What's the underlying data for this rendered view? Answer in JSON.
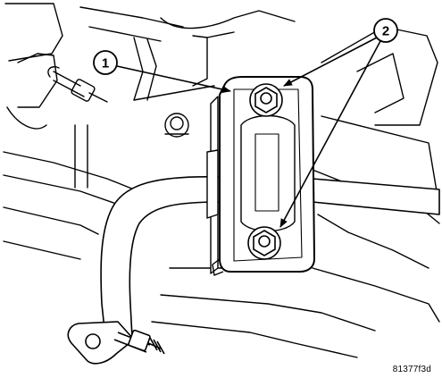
{
  "callouts": [
    {
      "label": "1",
      "target": "stabilizer-bar-bushing-retainer"
    },
    {
      "label": "2",
      "target": "retainer-bolts"
    }
  ],
  "figure_id": "81377f3d",
  "colors": {
    "ink": "#000000",
    "paper": "#ffffff"
  }
}
